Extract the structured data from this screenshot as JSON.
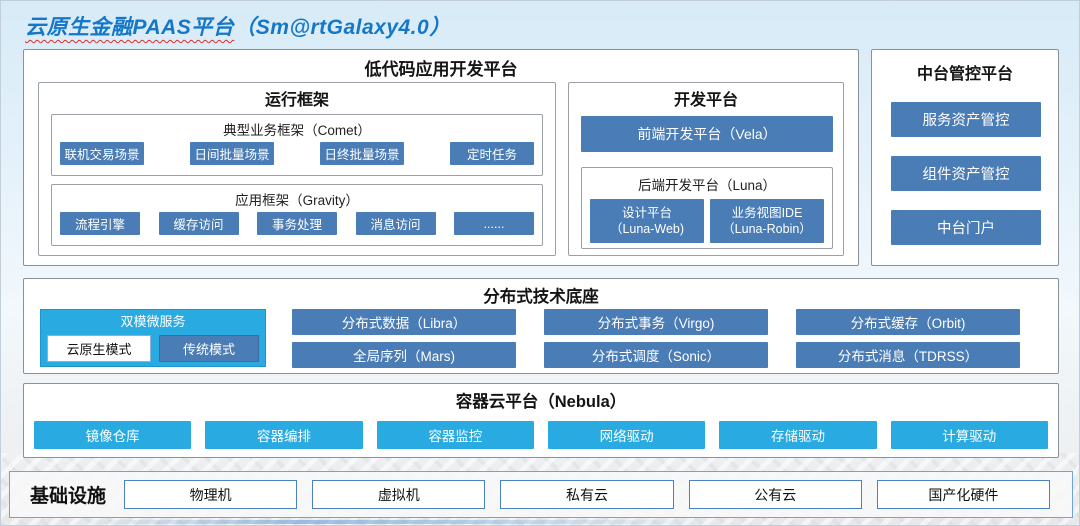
{
  "header": {
    "title_main": "云原生金融PAAS平台",
    "title_version": "（Sm@rtGalaxy4.0）"
  },
  "colors": {
    "steel_blue": "#4A7CB5",
    "bright_cyan": "#29ABE2",
    "title_blue": "#1677C8",
    "infra_border_blue": "#6FA4D8"
  },
  "low_code_platform": {
    "title": "低代码应用开发平台",
    "runtime": {
      "title": "运行框架",
      "comet": {
        "title": "典型业务框架（Comet）",
        "items": [
          "联机交易场景",
          "日间批量场景",
          "日终批量场景",
          "定时任务"
        ]
      },
      "gravity": {
        "title": "应用框架（Gravity）",
        "items": [
          "流程引擎",
          "缓存访问",
          "事务处理",
          "消息访问",
          "......"
        ]
      }
    },
    "dev": {
      "title": "开发平台",
      "frontend": "前端开发平台（Vela）",
      "backend": {
        "title": "后端开发平台（Luna）",
        "items": [
          {
            "line1": "设计平台",
            "line2": "（Luna-Web)"
          },
          {
            "line1": "业务视图IDE",
            "line2": "（Luna-Robin）"
          }
        ]
      }
    }
  },
  "middle_control": {
    "title": "中台管控平台",
    "items": [
      "服务资产管控",
      "组件资产管控",
      "中台门户"
    ]
  },
  "distributed_base": {
    "title": "分布式技术底座",
    "dual_mode": {
      "title": "双模微服务",
      "modes": [
        "云原生模式",
        "传统模式"
      ]
    },
    "items": [
      "分布式数据（Libra）",
      "分布式事务（Virgo)",
      "分布式缓存（Orbit)",
      "全局序列（Mars)",
      "分布式调度（Sonic）",
      "分布式消息（TDRSS）"
    ]
  },
  "container_cloud": {
    "title": "容器云平台（Nebula）",
    "items": [
      "镜像仓库",
      "容器编排",
      "容器监控",
      "网络驱动",
      "存储驱动",
      "计算驱动"
    ]
  },
  "infrastructure": {
    "title": "基础设施",
    "items": [
      "物理机",
      "虚拟机",
      "私有云",
      "公有云",
      "国产化硬件"
    ]
  }
}
